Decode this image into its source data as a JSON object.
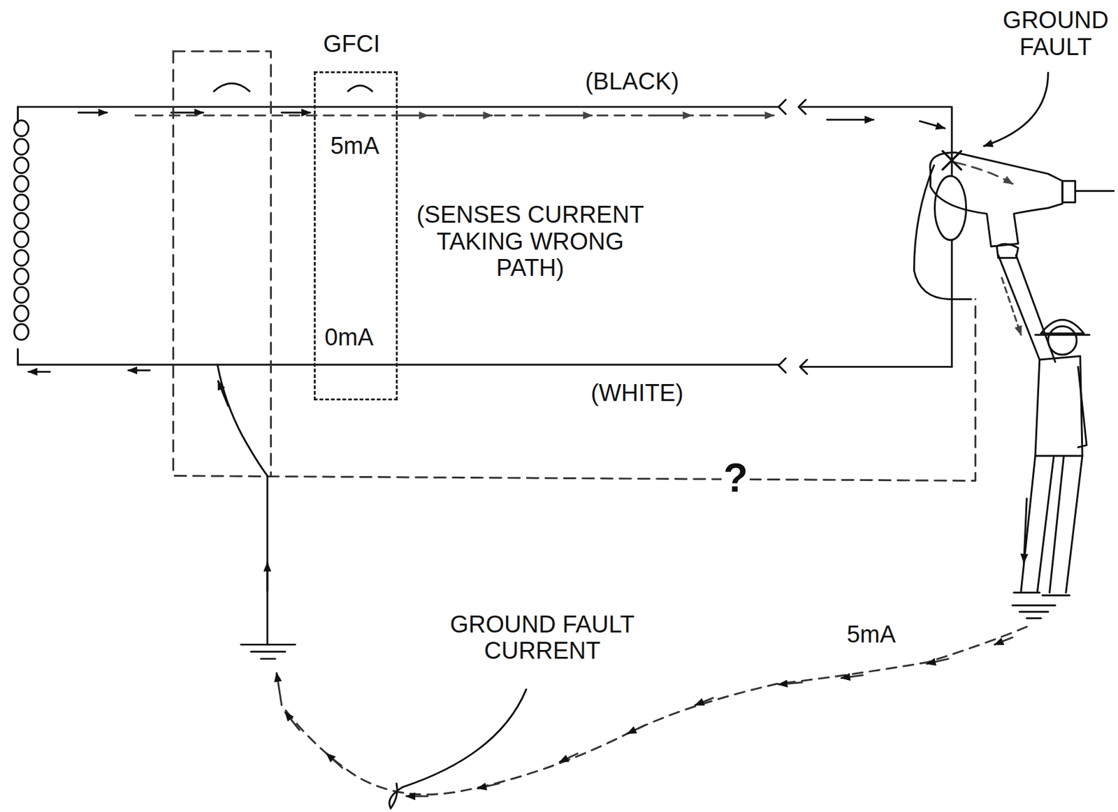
{
  "diagram": {
    "nodes": [
      {
        "text": [
          "GFCI",
          "5mA",
          "0mA"
        ]
      }
    ],
    "labels": [
      "(BLACK)",
      "GROUND FAULT",
      "(SENSES CURRENT TAKING WRONG PATH)",
      "(WHITE)",
      "?",
      "5mA",
      "GROUND FAULT CURRENT"
    ]
  }
}
